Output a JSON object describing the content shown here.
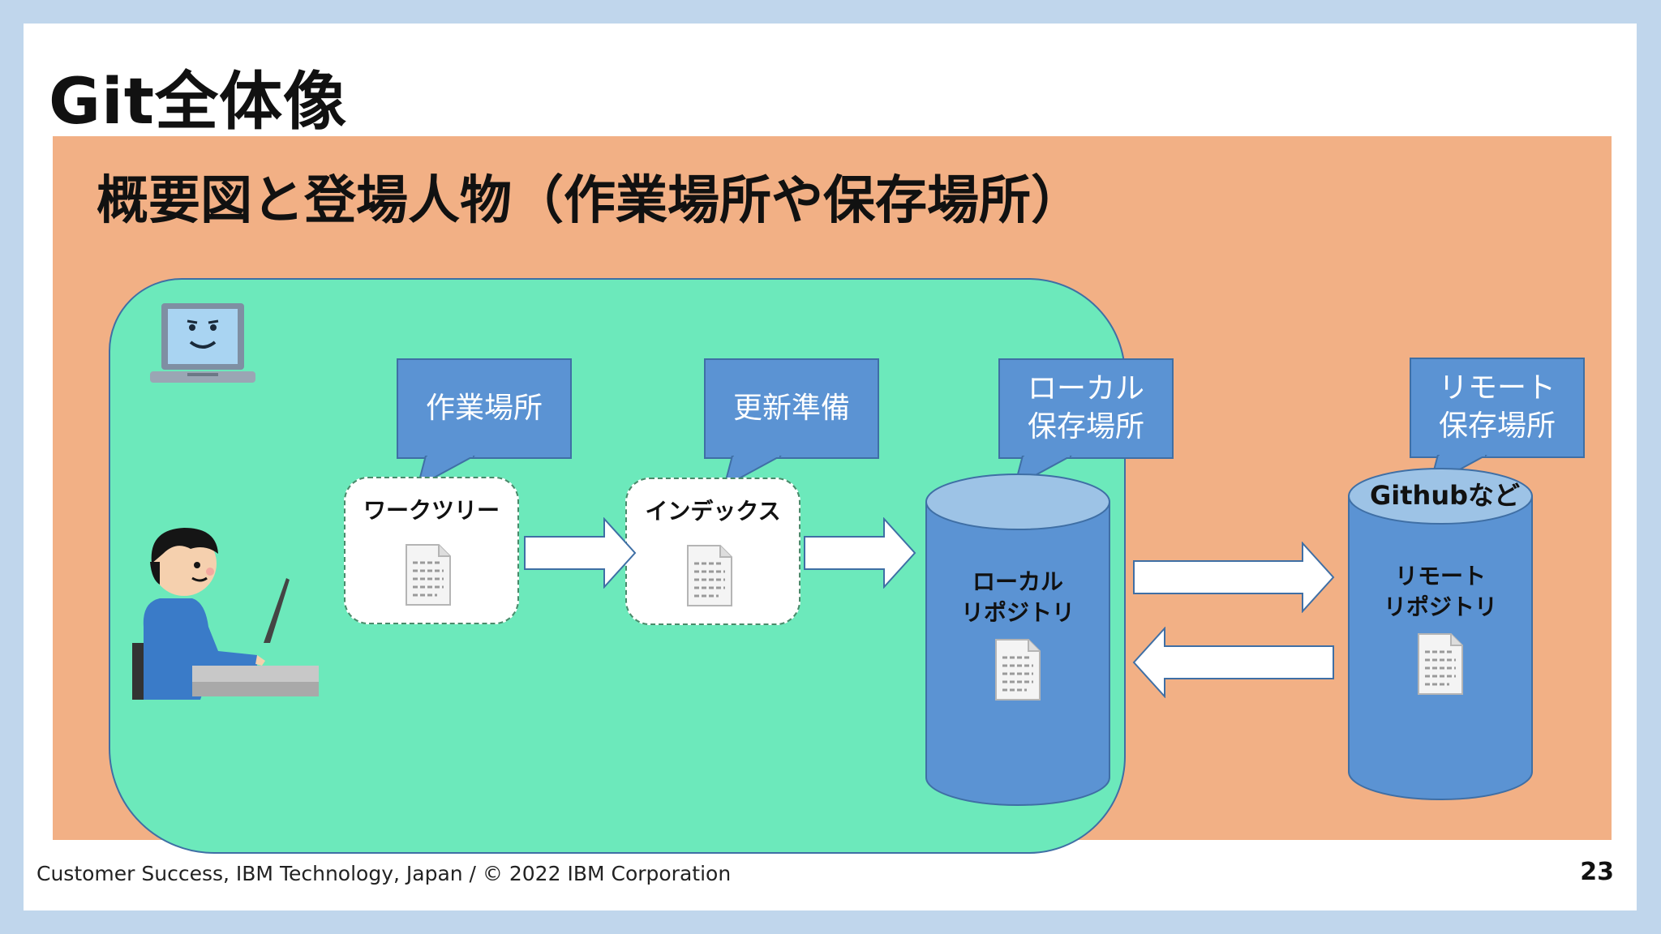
{
  "slide": {
    "title": "Git全体像",
    "subtitle": "概要図と登場人物（作業場所や保存場所）",
    "footer": "Customer Success, IBM Technology, Japan / © 2022 IBM Corporation",
    "page_number": "23"
  },
  "callouts": {
    "work_place": "作業場所",
    "update_prep": "更新準備",
    "local_storage_line1": "ローカル",
    "local_storage_line2": "保存場所",
    "remote_storage_line1": "リモート",
    "remote_storage_line2": "保存場所"
  },
  "cards": {
    "worktree": "ワークツリー",
    "index": "インデックス"
  },
  "repos": {
    "local_line1": "ローカル",
    "local_line2": "リポジトリ",
    "remote_line1": "リモート",
    "remote_line2": "リポジトリ",
    "remote_note": "Githubなど"
  },
  "colors": {
    "background": "#c0d6ec",
    "panel": "#f2b085",
    "work_area": "#6ce9bb",
    "callout": "#5b93d3",
    "cylinder": "#5b93d3",
    "cylinder_top": "#9dc3e6"
  },
  "icons": [
    "laptop-icon",
    "person-icon",
    "document-icon",
    "arrow-right-icon",
    "arrow-left-icon"
  ]
}
